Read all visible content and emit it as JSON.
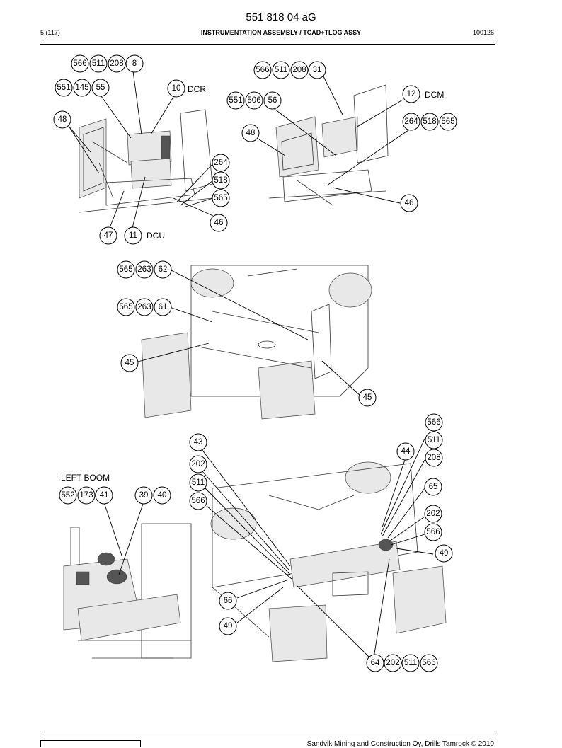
{
  "header": {
    "doc_number": "551 818 04 aG",
    "page": "5 (117)",
    "title": "INSTRUMENTATION ASSEMBLY / TCAD+TLOG ASSY",
    "date_code": "100126"
  },
  "footer": {
    "copyright": "Sandvik Mining and Construction Oy, Drills Tamrock © 2010"
  },
  "labels": {
    "dcr": "DCR",
    "dcu": "DCU",
    "dcm": "DCM",
    "left_boom": "LEFT BOOM"
  },
  "callouts": {
    "view1": [
      "566",
      "511",
      "208",
      "8",
      "551",
      "145",
      "55",
      "10",
      "48",
      "264",
      "518",
      "565",
      "46",
      "47",
      "11"
    ],
    "view2": [
      "566",
      "511",
      "208",
      "31",
      "551",
      "506",
      "56",
      "12",
      "48",
      "264",
      "518",
      "565",
      "46"
    ],
    "view3": [
      "565",
      "263",
      "62",
      "565",
      "263",
      "61",
      "45",
      "45"
    ],
    "view4": [
      "552",
      "173",
      "41",
      "39",
      "40"
    ],
    "view5": [
      "43",
      "202",
      "511",
      "566",
      "566",
      "511",
      "44",
      "208",
      "65",
      "202",
      "566",
      "49",
      "66",
      "49",
      "64",
      "202",
      "511",
      "566"
    ]
  }
}
